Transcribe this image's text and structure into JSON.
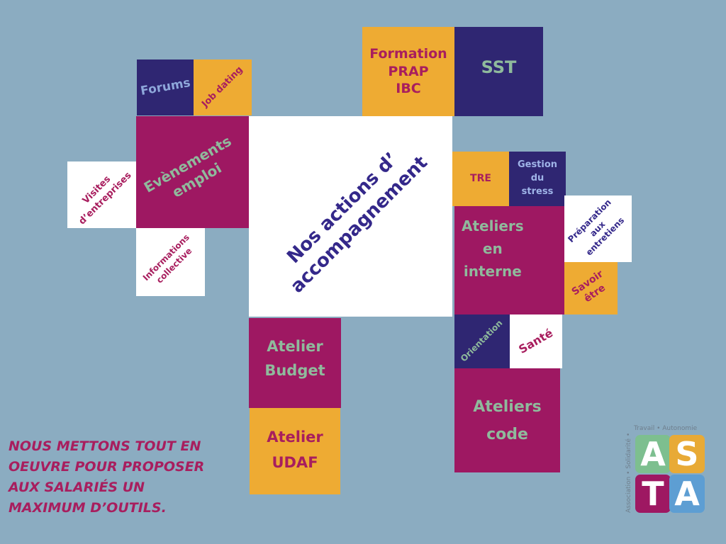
{
  "center_title": "Nos actions d’\naccompagnement",
  "tiles": {
    "forums": "Forums",
    "job_dating": "Job dating",
    "formation": "Formation\nPRAP\nIBC",
    "sst": "SST",
    "evenements": "Evènements\nemploi",
    "visites": "Visites\nd’entreprises",
    "informations": "Informations\ncollective",
    "tre": "TRE",
    "gestion": "Gestion\ndu\nstress",
    "ateliers_interne": "Ateliers\nen\ninterne",
    "preparation": "Préparation\naux\nentretiens",
    "savoir": "Savoir\nêtre",
    "orientation": "Orientation",
    "sante": "Santé",
    "ateliers_code": "Ateliers\ncode",
    "atelier_budget": "Atelier\nBudget",
    "atelier_udaf": "Atelier\nUDAF"
  },
  "footer": "NOUS METTONS TOUT EN\nOEUVRE POUR PROPOSER\nAUX SALARIÉS UN\nMAXIMUM D’OUTILS.",
  "logo": {
    "letters": [
      "A",
      "S",
      "T",
      "A"
    ],
    "tagline_top": "Travail • Autonomie",
    "tagline_side": "Association • Solidarité •"
  },
  "colors": {
    "background": "#8bacc1",
    "purple": "#9e1862",
    "navy": "#2f2672",
    "orange": "#eeab33",
    "white": "#ffffff",
    "green_text": "#8fba9c",
    "magenta_text": "#a81e5e"
  }
}
